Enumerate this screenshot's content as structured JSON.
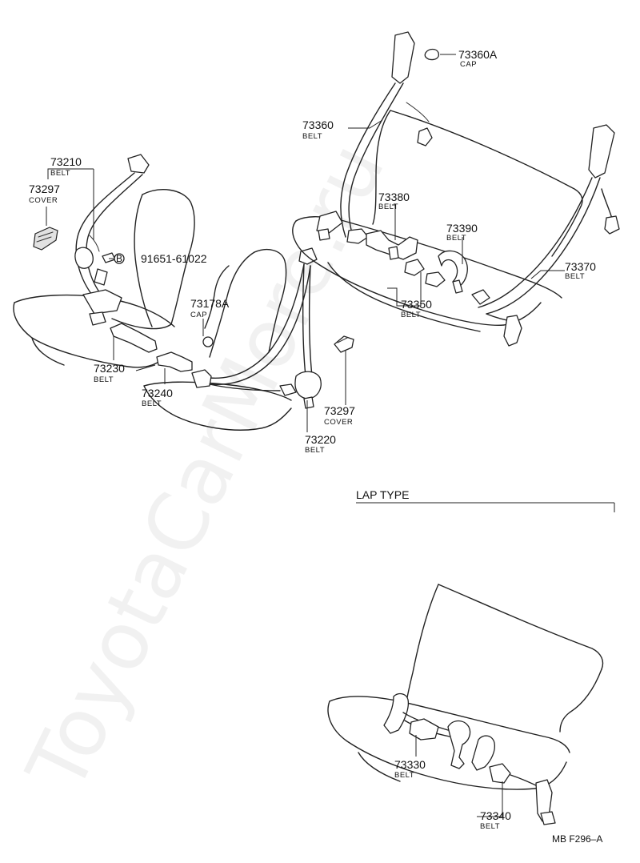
{
  "watermark": "ToyotaCarMore.ru",
  "section_header": "LAP TYPE",
  "diagram_code": "MB F296–A",
  "callouts": {
    "p73360A": {
      "number": "73360A",
      "name": "CAP"
    },
    "p73360": {
      "number": "73360",
      "name": "BELT"
    },
    "p73380": {
      "number": "73380",
      "name": "BELT"
    },
    "p73390": {
      "number": "73390",
      "name": "BELT"
    },
    "p73370": {
      "number": "73370",
      "name": "BELT"
    },
    "p73350": {
      "number": "73350",
      "name": "BELT"
    },
    "p73210": {
      "number": "73210",
      "name": "BELT"
    },
    "p73297a": {
      "number": "73297",
      "name": "COVER"
    },
    "p91651": {
      "number": "91651-61022",
      "badge": "B"
    },
    "p73178A": {
      "number": "73178A",
      "name": "CAP"
    },
    "p73230": {
      "number": "73230",
      "name": "BELT"
    },
    "p73240": {
      "number": "73240",
      "name": "BELT"
    },
    "p73297b": {
      "number": "73297",
      "name": "COVER"
    },
    "p73220": {
      "number": "73220",
      "name": "BELT"
    },
    "p73330": {
      "number": "73330",
      "name": "BELT"
    },
    "p73340": {
      "number": "73340",
      "name": "BELT"
    }
  }
}
